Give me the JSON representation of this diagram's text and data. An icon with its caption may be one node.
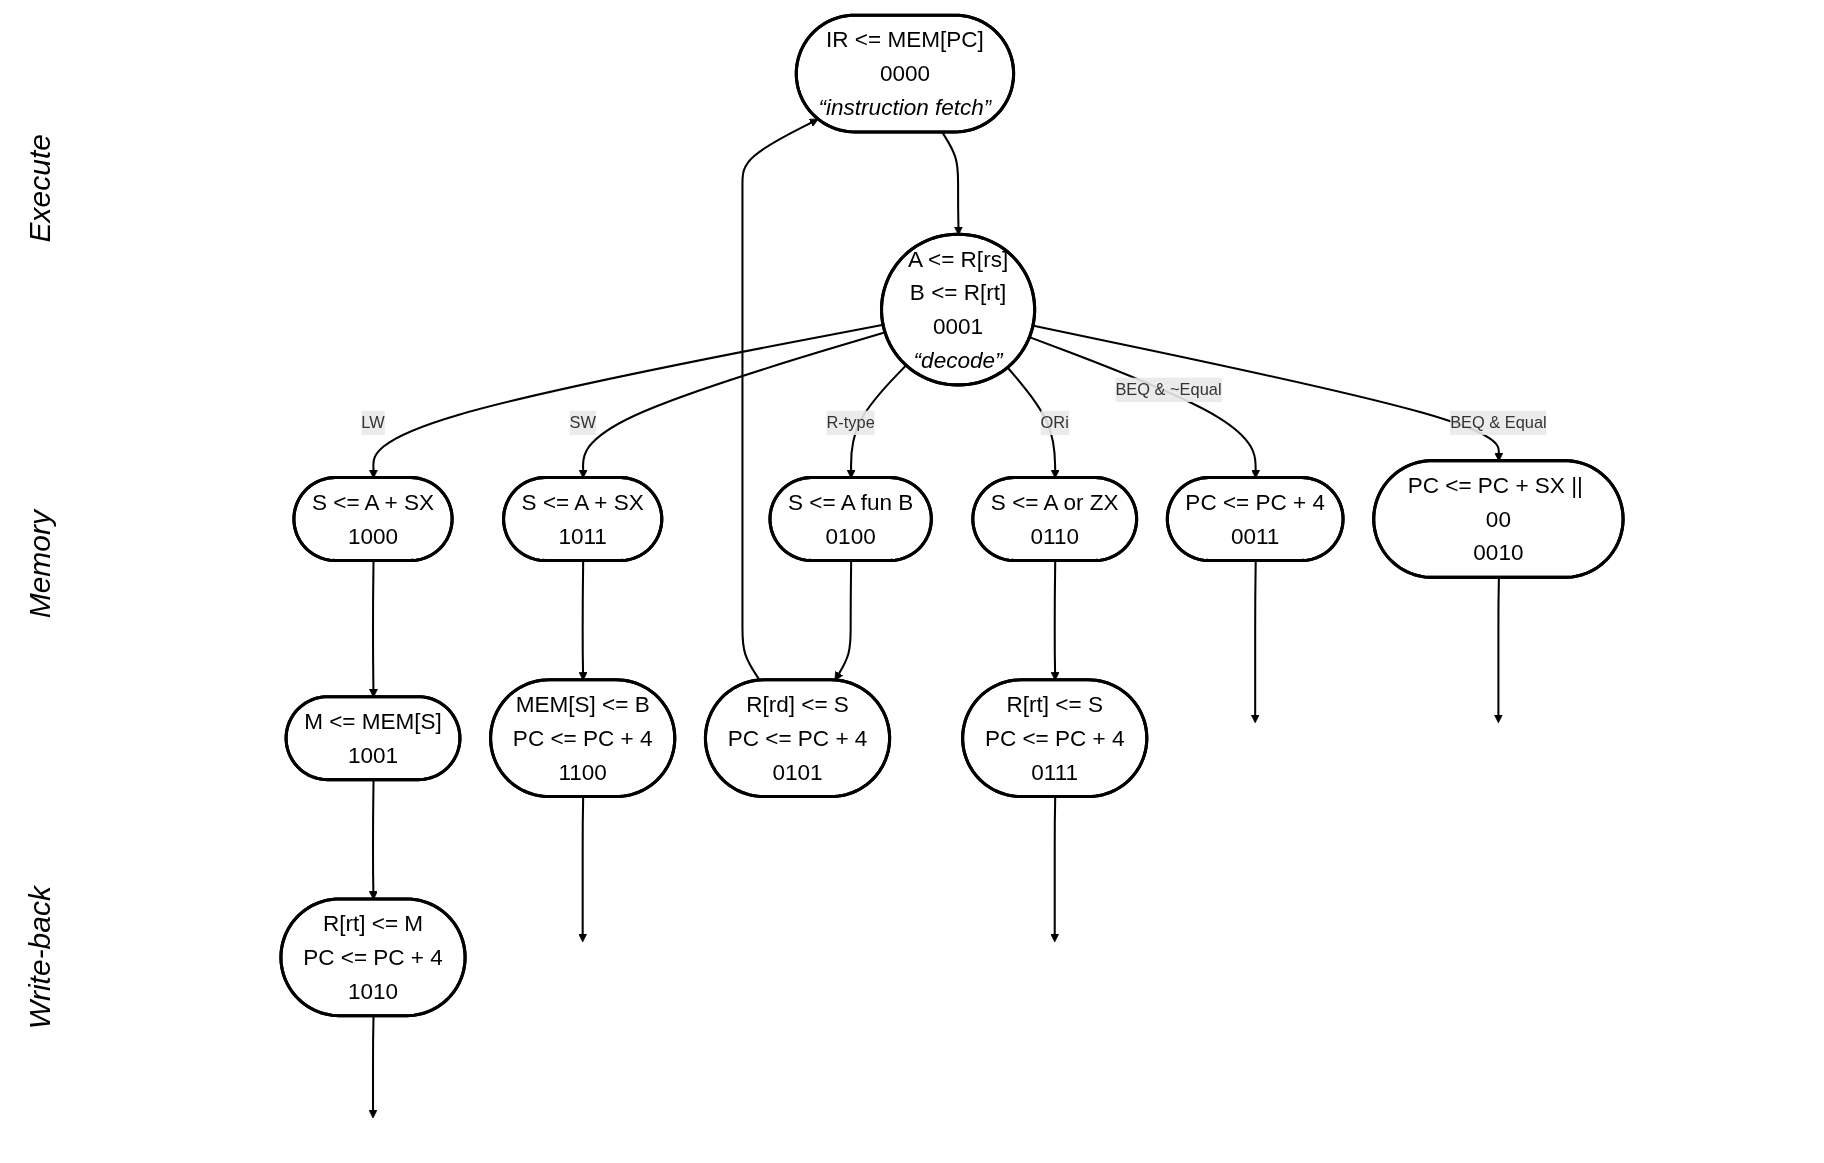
{
  "diagram": {
    "nodes": [
      {
        "text": [
          "IR <= MEM[PC]",
          "0000",
          "“instruction fetch”"
        ]
      },
      {
        "text": [
          "A <= R[rs]",
          "B <= R[rt]",
          "0001",
          "“decode”"
        ]
      },
      {
        "text": [
          "S <= A fun B",
          "0100"
        ]
      },
      {
        "text": [
          "S <= A or ZX",
          "0110"
        ]
      },
      {
        "text": [
          "S <= A + SX",
          "1000"
        ]
      },
      {
        "text": [
          "S <= A + SX",
          "1011"
        ]
      },
      {
        "text": [
          "PC <= PC + 4",
          "0011"
        ]
      },
      {
        "text": [
          "PC <= PC + SX || 00",
          "0010"
        ]
      },
      {
        "text": [
          "M <= MEM[S]",
          "1001"
        ]
      },
      {
        "text": [
          "MEM[S] <= B",
          "PC <= PC + 4",
          "1100"
        ]
      },
      {
        "text": [
          "R[rd] <= S",
          "PC <= PC + 4",
          "0101"
        ]
      },
      {
        "text": [
          "R[rt] <= S",
          "PC <= PC + 4",
          "0111"
        ]
      },
      {
        "text": [
          "R[rt] <= M",
          "PC <= PC + 4",
          "1010"
        ]
      }
    ],
    "edges": [
      {
        "from": 0,
        "to": 1,
        "arrow": "to"
      },
      {
        "from": 1,
        "to": 2,
        "arrow": "to",
        "label": "R-type"
      },
      {
        "from": 1,
        "to": 3,
        "arrow": "to",
        "label": "ORi"
      },
      {
        "from": 1,
        "to": 4,
        "arrow": "to",
        "label": "LW"
      },
      {
        "from": 1,
        "to": 5,
        "arrow": "to",
        "label": "SW"
      },
      {
        "from": 1,
        "to": 6,
        "arrow": "to",
        "label": "BEQ & ~Equal"
      },
      {
        "from": 1,
        "to": 7,
        "arrow": "to",
        "label": "BEQ & Equal"
      },
      {
        "from": 4,
        "to": 8,
        "arrow": "to"
      },
      {
        "from": 5,
        "to": 9,
        "arrow": "to"
      },
      {
        "from": 2,
        "to": 10,
        "arrow": "to"
      },
      {
        "from": 3,
        "to": 11,
        "arrow": "to"
      },
      {
        "from": 8,
        "to": 12,
        "arrow": "to"
      },
      {
        "from": 6,
        "to": null,
        "arrow": "to"
      },
      {
        "from": 7,
        "to": null,
        "arrow": "to"
      },
      {
        "from": 9,
        "to": null,
        "arrow": "to"
      },
      {
        "from": 10,
        "to": 0,
        "arrow": "to"
      },
      {
        "from": 11,
        "to": null,
        "arrow": "to"
      },
      {
        "from": 12,
        "to": null,
        "arrow": "to"
      }
    ],
    "labels": [
      "Execute",
      "Memory",
      "Write-back"
    ]
  }
}
